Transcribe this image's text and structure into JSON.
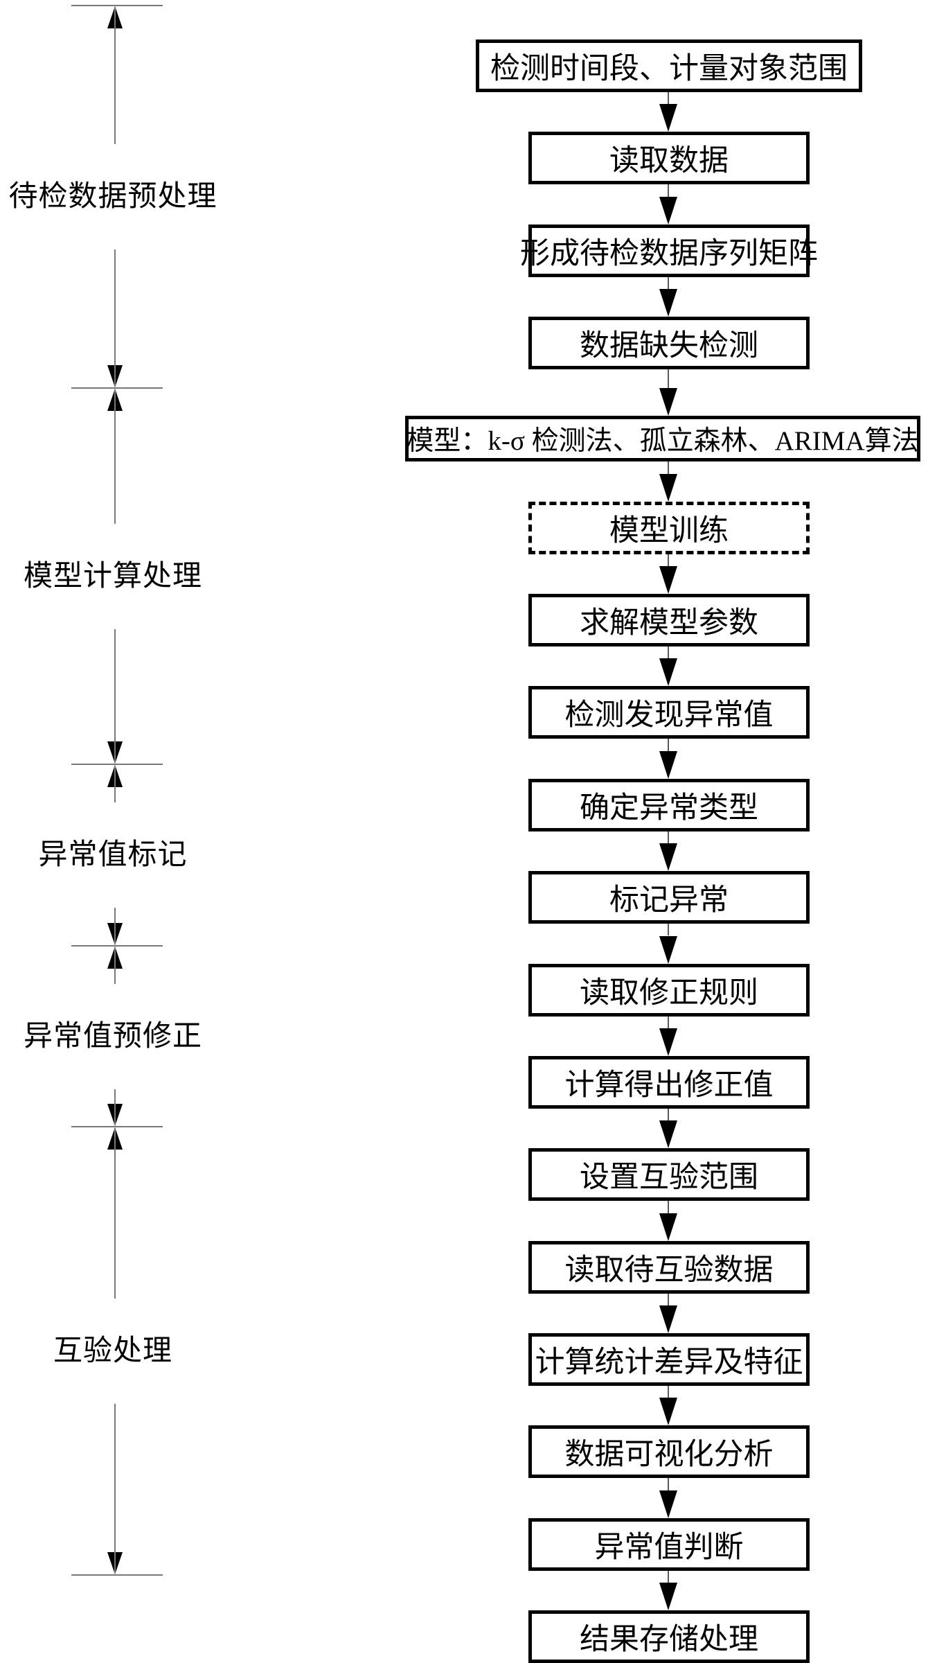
{
  "figure": {
    "background": "#ffffff",
    "line_color": "#000000",
    "dim_line_color": "#787878"
  },
  "left_sections": [
    {
      "label": "待检数据预处理"
    },
    {
      "label": "模型计算处理"
    },
    {
      "label": "异常值标记"
    },
    {
      "label": "异常值预修正"
    },
    {
      "label": "互验处理"
    }
  ],
  "flow_boxes": [
    {
      "label": "检测时间段、计量对象范围",
      "variant": "wide"
    },
    {
      "label": "读取数据",
      "variant": "normal"
    },
    {
      "label": "形成待检数据序列矩阵",
      "variant": "normal"
    },
    {
      "label": "数据缺失检测",
      "variant": "normal"
    },
    {
      "label": "模型：k-σ 检测法、孤立森林、ARIMA算法",
      "variant": "xwide"
    },
    {
      "label": "模型训练",
      "variant": "dashed"
    },
    {
      "label": "求解模型参数",
      "variant": "normal"
    },
    {
      "label": "检测发现异常值",
      "variant": "normal"
    },
    {
      "label": "确定异常类型",
      "variant": "normal"
    },
    {
      "label": "标记异常",
      "variant": "normal"
    },
    {
      "label": "读取修正规则",
      "variant": "normal"
    },
    {
      "label": "计算得出修正值",
      "variant": "normal"
    },
    {
      "label": "设置互验范围",
      "variant": "normal"
    },
    {
      "label": "读取待互验数据",
      "variant": "normal"
    },
    {
      "label": "计算统计差异及特征",
      "variant": "normal"
    },
    {
      "label": "数据可视化分析",
      "variant": "normal"
    },
    {
      "label": "异常值判断",
      "variant": "normal"
    },
    {
      "label": "结果存储处理",
      "variant": "normal"
    }
  ]
}
